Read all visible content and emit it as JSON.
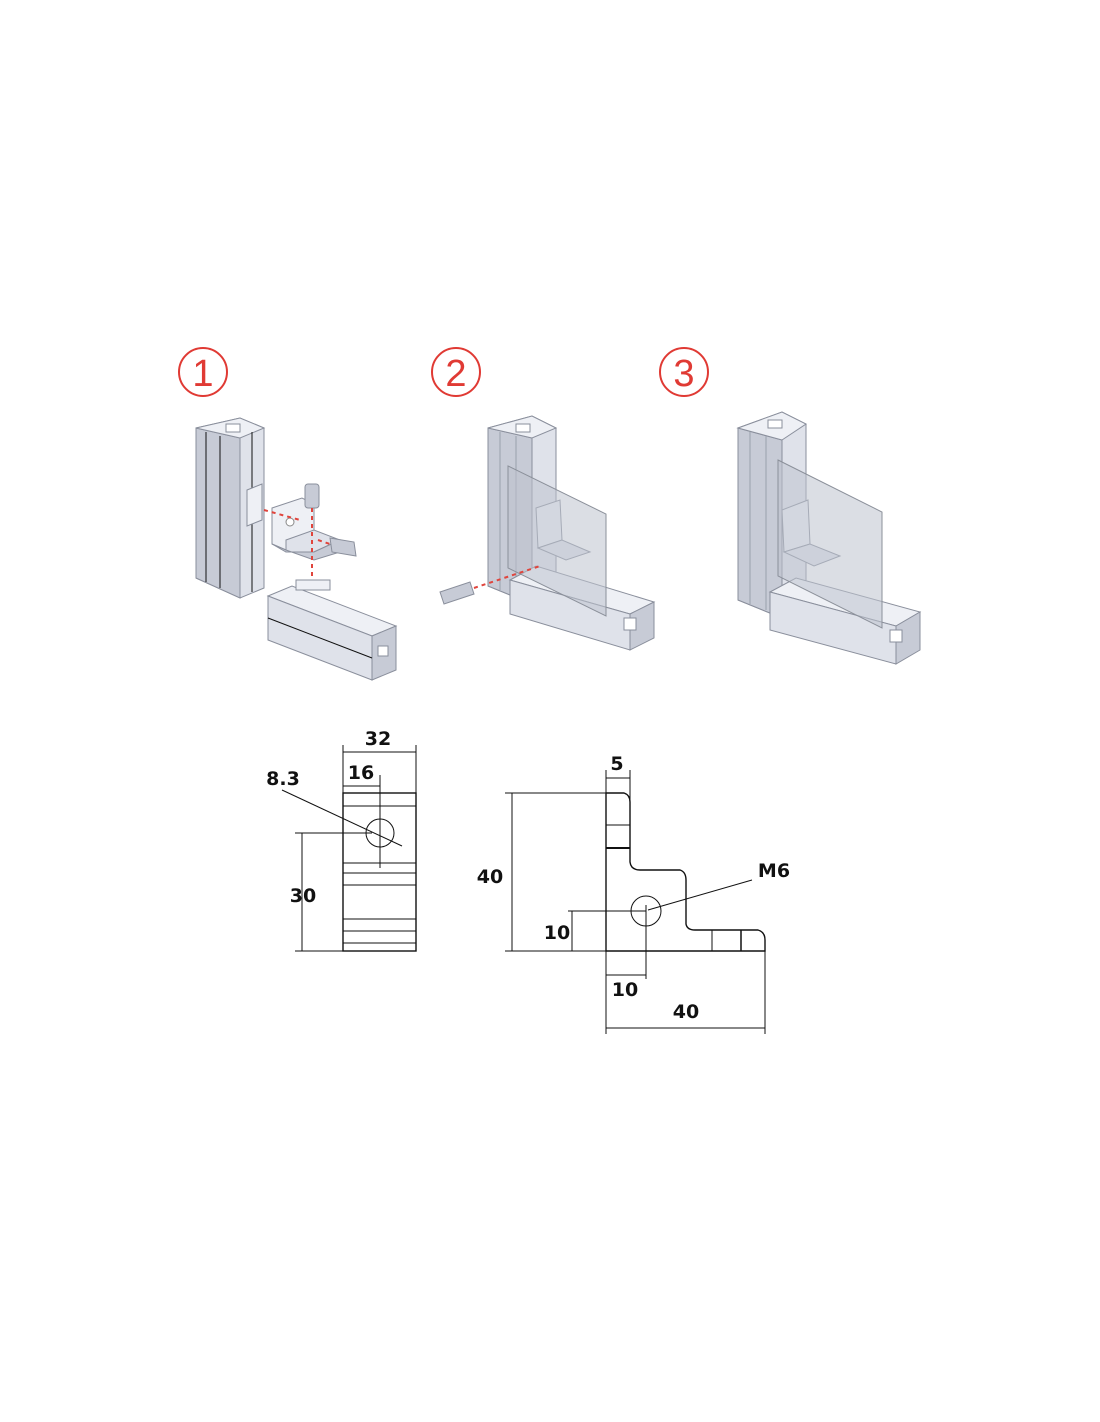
{
  "steps": [
    {
      "number": "1"
    },
    {
      "number": "2"
    },
    {
      "number": "3"
    }
  ],
  "colors": {
    "step_marker": "#e03a34",
    "assembly_guide": "#e0443c"
  },
  "drawing_front": {
    "width_label": "32",
    "hole_offset_label": "16",
    "hole_diameter_label": "8.3",
    "hole_height_label": "30"
  },
  "drawing_side": {
    "thickness_label": "5",
    "height_label": "40",
    "hole_height_label": "10",
    "hole_offset_label": "10",
    "width_label": "40",
    "thread_label": "M6"
  }
}
